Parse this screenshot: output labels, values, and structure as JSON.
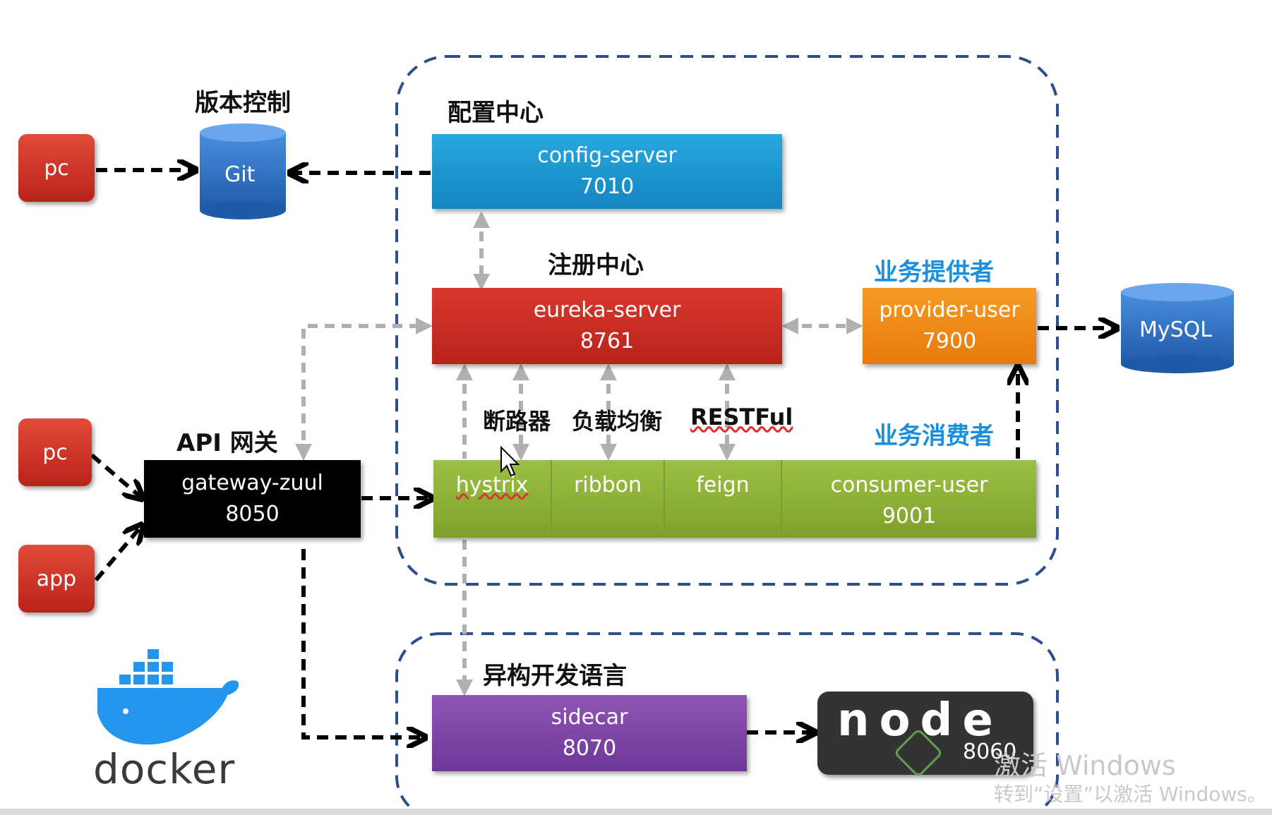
{
  "labels": {
    "version_control": "版本控制",
    "config_center": "配置中心",
    "registry_center": "注册中心",
    "provider": "业务提供者",
    "consumer": "业务消费者",
    "api_gateway": "API 网关",
    "circuit_breaker": "断路器",
    "load_balance": "负载均衡",
    "restful": "RESTFul",
    "heterogeneous": "异构开发语言"
  },
  "clients": {
    "pc_top": "pc",
    "pc_mid": "pc",
    "app": "app"
  },
  "stores": {
    "git": "Git",
    "mysql": "MySQL"
  },
  "services": {
    "config_server": {
      "name": "config-server",
      "port": "7010"
    },
    "eureka_server": {
      "name": "eureka-server",
      "port": "8761"
    },
    "provider_user": {
      "name": "provider-user",
      "port": "7900"
    },
    "gateway_zuul": {
      "name": "gateway-zuul",
      "port": "8050"
    },
    "hystrix": "hystrix",
    "ribbon": "ribbon",
    "feign": "feign",
    "consumer_user": {
      "name": "consumer-user",
      "port": "9001"
    },
    "sidecar": {
      "name": "sidecar",
      "port": "8070"
    },
    "node": {
      "wordmark": "node",
      "port": "8060"
    }
  },
  "docker": {
    "text": "docker"
  },
  "watermark": {
    "line1": "激活 Windows",
    "line2": "转到“设置”以激活 Windows。"
  },
  "colors": {
    "config": "#1f9bd6",
    "eureka": "#c9302c",
    "provider": "#f08a18",
    "consumer": "#8db33a",
    "gateway": "#000000",
    "sidecar": "#8248a9",
    "client": "#c9302c",
    "db": "#2f6fc0",
    "label_blue": "#1a8fe0"
  }
}
